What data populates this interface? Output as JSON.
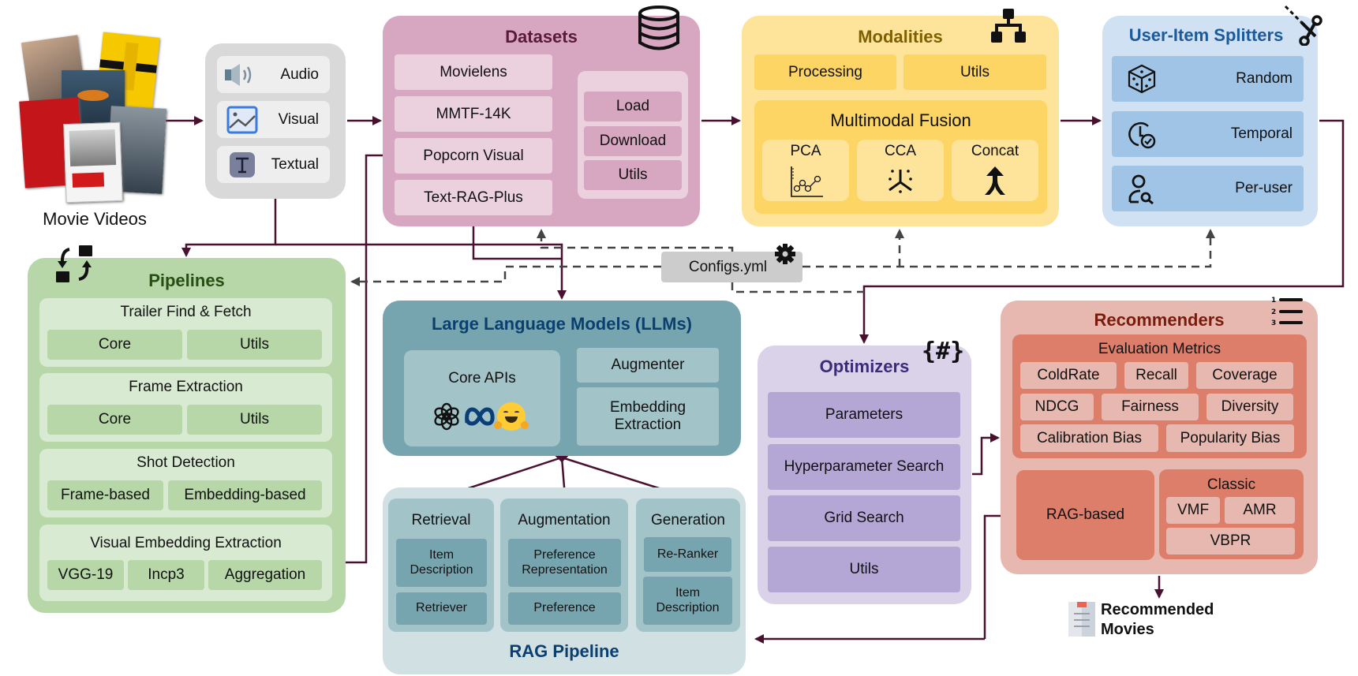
{
  "colors": {
    "arrow": "#4a1030",
    "dashed": "#444444",
    "datasets_title": "#5b1a3b",
    "modalities_title": "#7f6000",
    "splitters_title": "#1c5a9a",
    "pipelines_title": "#274e13",
    "llm_title": "#0b3f6e",
    "rag_title": "#0b3f6e",
    "optimizers_title": "#3c2a7a",
    "recommenders_title": "#7a1b0c"
  },
  "movie_videos": {
    "label": "Movie Videos",
    "posters": [
      "poster-1",
      "poster-2",
      "poster-3",
      "poster-4",
      "poster-5",
      "poster-6"
    ]
  },
  "input_modalities": {
    "items": [
      {
        "label": "Audio",
        "icon": "speaker-icon"
      },
      {
        "label": "Visual",
        "icon": "image-icon"
      },
      {
        "label": "Textual",
        "icon": "text-icon"
      }
    ]
  },
  "datasets": {
    "title": "Datasets",
    "icon": "database-icon",
    "sources": [
      "Movielens",
      "MMTF-14K",
      "Popcorn Visual",
      "Text-RAG-Plus"
    ],
    "ops": [
      "Load",
      "Download",
      "Utils"
    ]
  },
  "modalities": {
    "title": "Modalities",
    "icon": "hierarchy-icon",
    "top": [
      "Processing",
      "Utils"
    ],
    "fusion": {
      "title": "Multimodal Fusion",
      "methods": [
        {
          "label": "PCA",
          "icon": "line-chart-icon"
        },
        {
          "label": "CCA",
          "icon": "scatter-split-icon"
        },
        {
          "label": "Concat",
          "icon": "merge-icon"
        }
      ]
    }
  },
  "splitters": {
    "title": "User-Item Splitters",
    "icon": "scissors-icon",
    "items": [
      {
        "label": "Random",
        "icon": "dice-icon"
      },
      {
        "label": "Temporal",
        "icon": "clock-check-icon"
      },
      {
        "label": "Per-user",
        "icon": "user-search-icon"
      }
    ]
  },
  "pipelines": {
    "title": "Pipelines",
    "icon": "swap-blocks-icon",
    "groups": [
      {
        "title": "Trailer Find & Fetch",
        "items": [
          "Core",
          "Utils"
        ]
      },
      {
        "title": "Frame Extraction",
        "items": [
          "Core",
          "Utils"
        ]
      },
      {
        "title": "Shot Detection",
        "items": [
          "Frame-based",
          "Embedding-based"
        ]
      },
      {
        "title": "Visual Embedding Extraction",
        "items": [
          "VGG-19",
          "Incp3",
          "Aggregation"
        ]
      }
    ]
  },
  "configs": {
    "label": "Configs.yml",
    "icon": "gear-icon"
  },
  "llms": {
    "title": "Large Language Models (LLMs)",
    "core_apis": {
      "label": "Core APIs",
      "logos": [
        "openai-logo-icon",
        "meta-logo-icon",
        "huggingface-logo-icon"
      ]
    },
    "augmenter": "Augmenter",
    "embedding": "Embedding Extraction"
  },
  "rag": {
    "title": "RAG Pipeline",
    "stages": [
      {
        "title": "Retrieval",
        "items": [
          "Item Description",
          "Retriever"
        ]
      },
      {
        "title": "Augmentation",
        "items": [
          "Preference Representation",
          "Preference"
        ]
      },
      {
        "title": "Generation",
        "items": [
          "Re-Ranker",
          "Item Description"
        ]
      }
    ]
  },
  "optimizers": {
    "title": "Optimizers",
    "icon": "braces-hash-icon",
    "icon_text": "{#}",
    "items": [
      "Parameters",
      "Hyperparameter Search",
      "Grid Search",
      "Utils"
    ]
  },
  "recommenders": {
    "title": "Recommenders",
    "icon": "numbered-list-icon",
    "metrics": {
      "title": "Evaluation Metrics",
      "rows": [
        [
          "ColdRate",
          "Recall",
          "Coverage"
        ],
        [
          "NDCG",
          "Fairness",
          "Diversity"
        ],
        [
          "Calibration Bias",
          "Popularity Bias"
        ]
      ]
    },
    "rag_based": "RAG-based",
    "classic": {
      "title": "Classic",
      "items": [
        "VMF",
        "AMR",
        "VBPR"
      ]
    }
  },
  "output": {
    "label_line1": "Recommended",
    "label_line2": "Movies",
    "icon": "document-list-icon"
  }
}
